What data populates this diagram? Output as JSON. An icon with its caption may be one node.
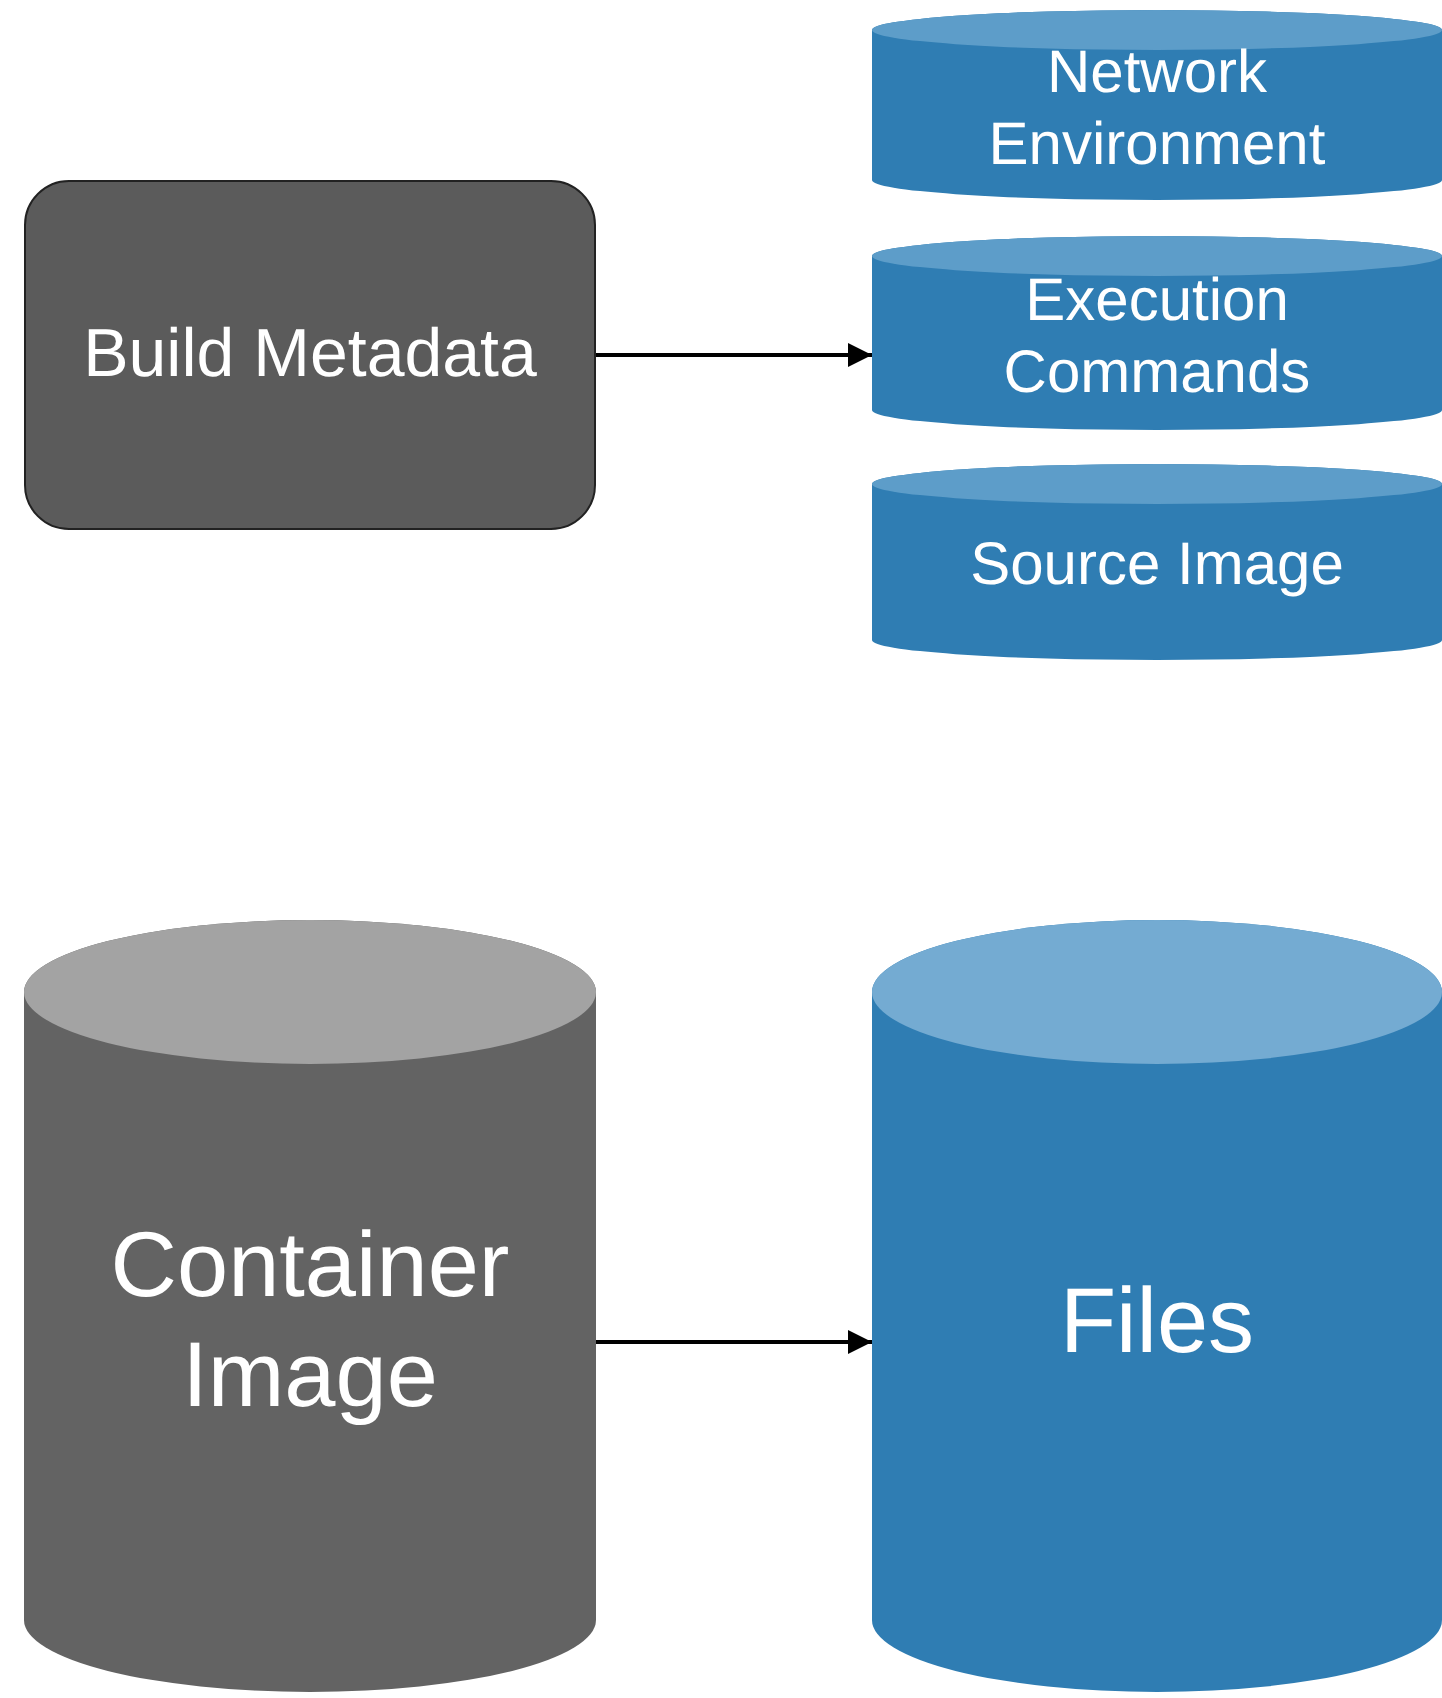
{
  "diagram": {
    "nodes": [
      {
        "text": [
          "Build Metadata"
        ]
      },
      {
        "text": [
          "Network Environment"
        ]
      },
      {
        "text": [
          "Execution Commands"
        ]
      },
      {
        "text": [
          "Source Image"
        ]
      },
      {
        "text": [
          "Container Image"
        ]
      },
      {
        "text": [
          "Files"
        ]
      }
    ],
    "edges": [
      {
        "from": 0,
        "to": 2,
        "arrow": "to"
      },
      {
        "from": 4,
        "to": 5,
        "arrow": "to"
      }
    ]
  }
}
